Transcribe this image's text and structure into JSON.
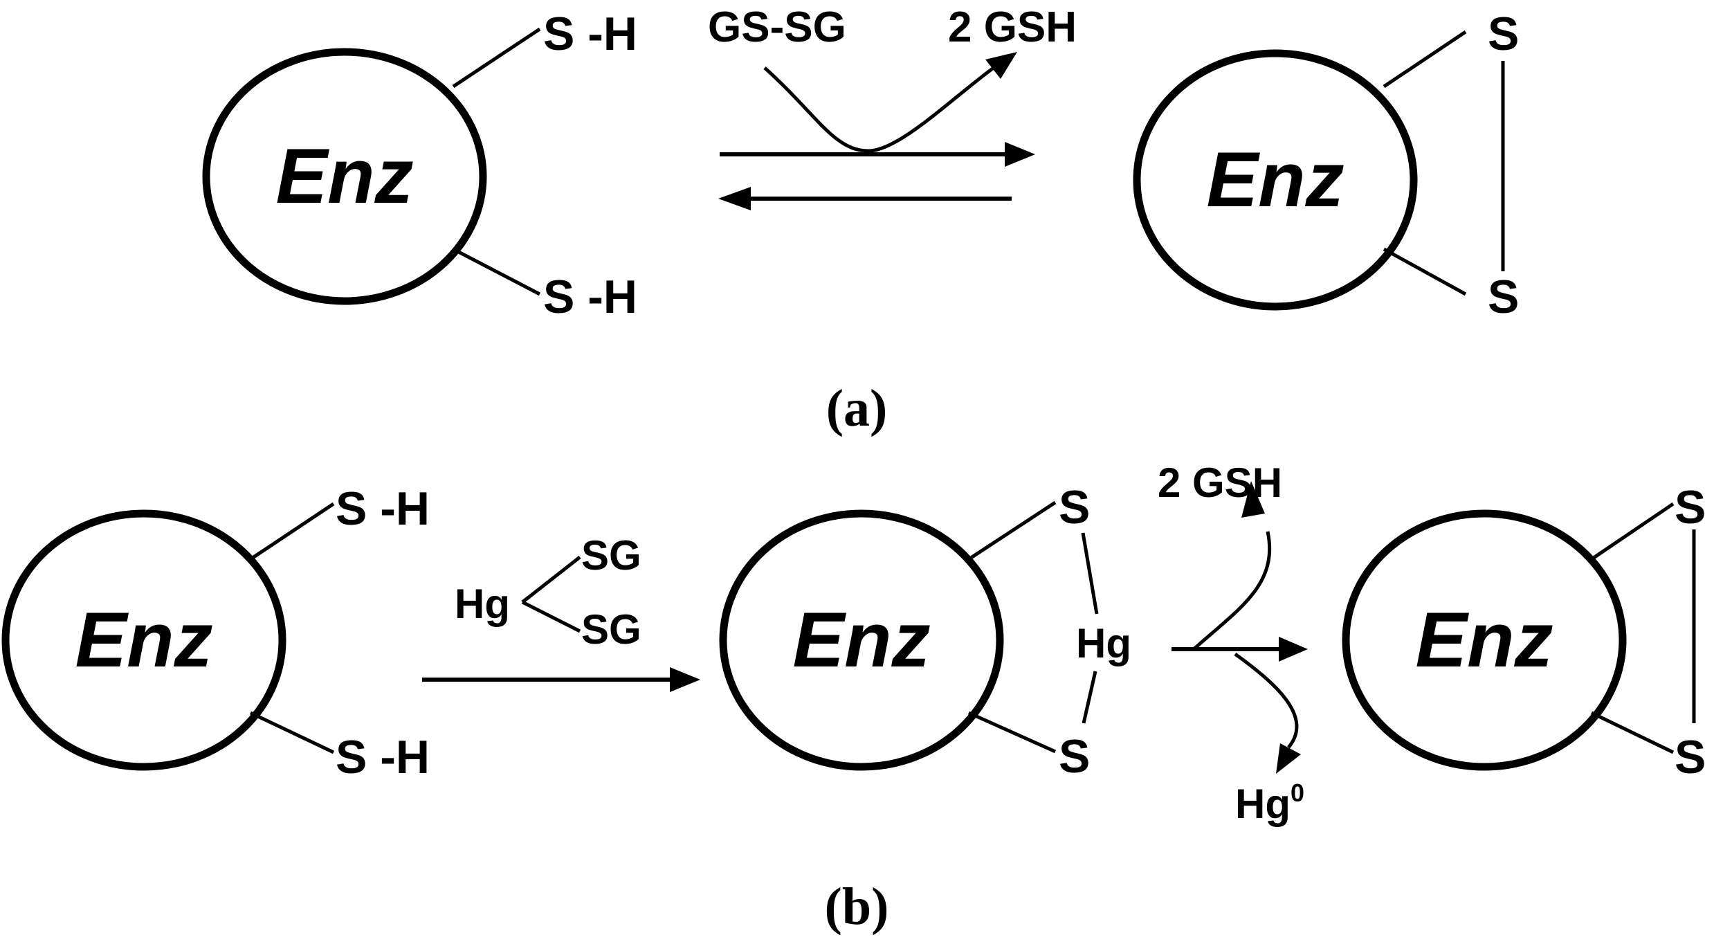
{
  "enzyme_label": "Enz",
  "sulfur": "S",
  "thiol": "S -H",
  "mercury": "Hg",
  "glutathione_branch": "SG",
  "panel_a": {
    "reagent_in": "GS-SG",
    "product_out": "2 GSH",
    "caption": "(a)"
  },
  "panel_b": {
    "product_out": "2 GSH",
    "mercury_elemental": "Hg",
    "mercury_superscript": "0",
    "caption": "(b)"
  }
}
